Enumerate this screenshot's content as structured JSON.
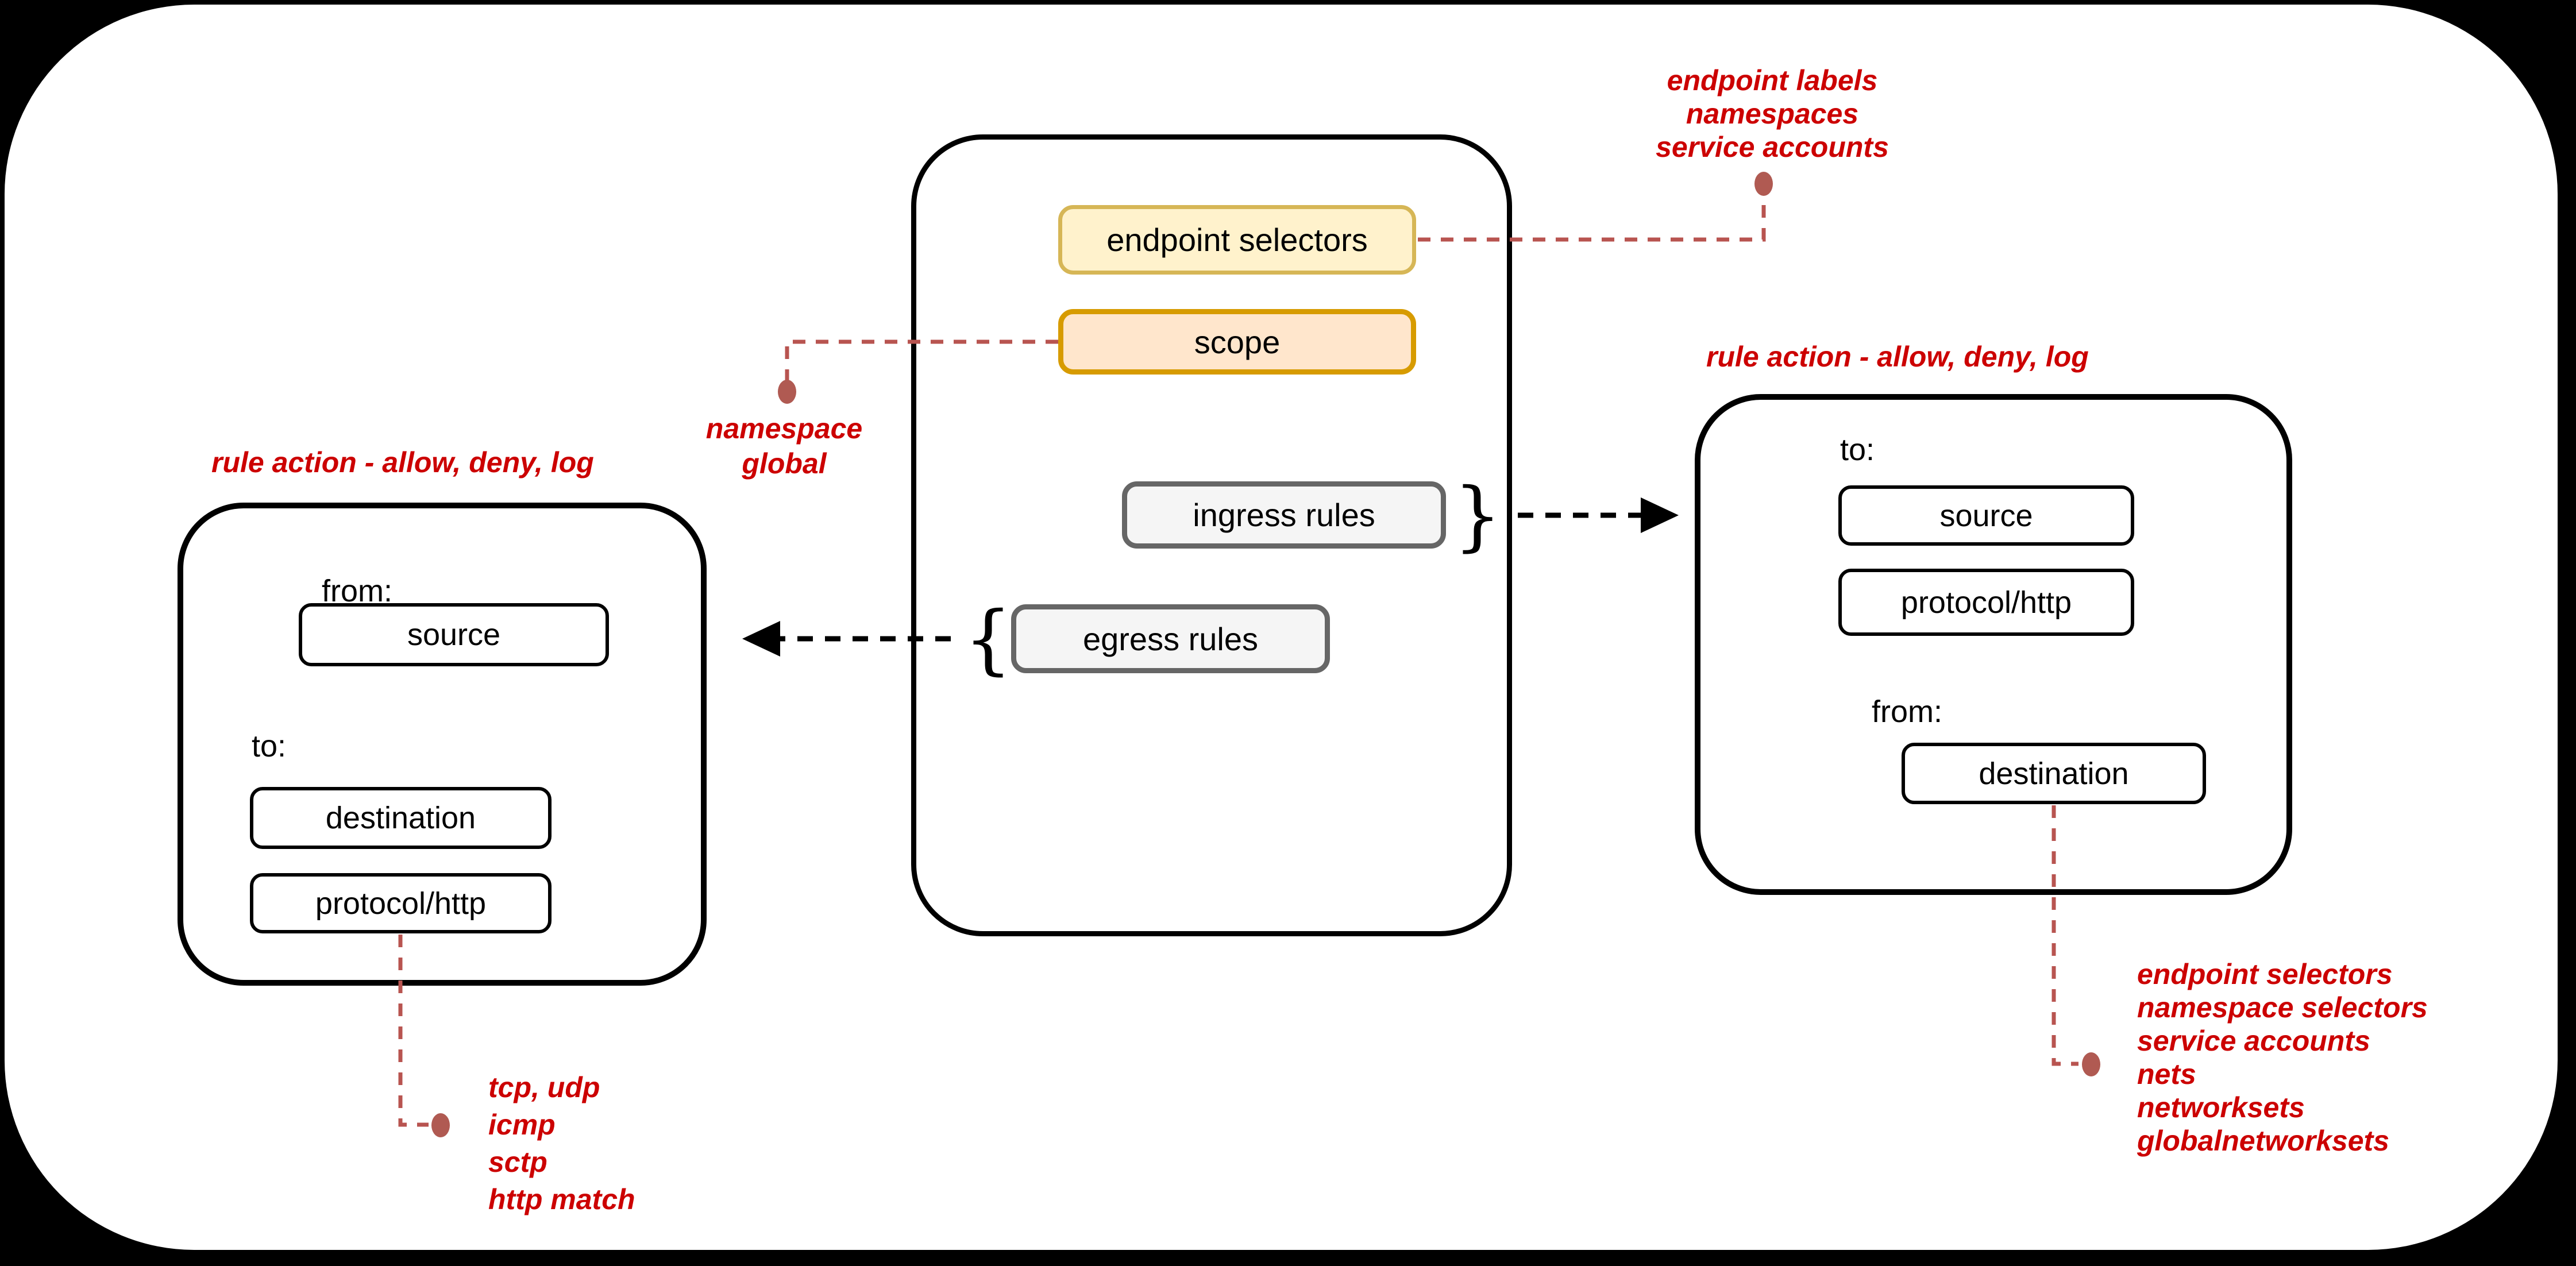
{
  "colors": {
    "background": "#000000",
    "card": "#ffffff",
    "annotation_text": "#cc0000",
    "connector_line": "#b85450",
    "connector_dot": "#b05a52",
    "yellow_fill": "#fff2cc",
    "yellow_border": "#d6b656",
    "orange_fill": "#ffe6cc",
    "orange_border": "#d79b00",
    "gray_fill": "#f5f5f5",
    "gray_border": "#666666",
    "box_border": "#000000"
  },
  "policy": {
    "endpoint_selectors_label": "endpoint selectors",
    "scope_label": "scope",
    "ingress_rules_label": "ingress rules",
    "egress_rules_label": "egress rules",
    "ingress_brace": "}",
    "egress_brace": "{"
  },
  "egress_rule_detail": {
    "title": "rule action - allow, deny, log",
    "from_label": "from:",
    "source_label": "source",
    "to_label": "to:",
    "destination_label": "destination",
    "protocol_label": "protocol/http"
  },
  "ingress_rule_detail": {
    "title": "rule action - allow, deny, log",
    "to_label": "to:",
    "source_label": "source",
    "protocol_label": "protocol/http",
    "from_label": "from:",
    "destination_label": "destination"
  },
  "annotations": {
    "endpoint_selectors_note": [
      "endpoint labels",
      "namespaces",
      "service accounts"
    ],
    "scope_note": [
      "namespace",
      "global"
    ],
    "protocol_note": [
      "tcp, udp",
      "icmp",
      "sctp",
      "http match"
    ],
    "destination_note": [
      "endpoint selectors",
      "namespace selectors",
      "service accounts",
      "nets",
      "networksets",
      "globalnetworksets"
    ]
  }
}
